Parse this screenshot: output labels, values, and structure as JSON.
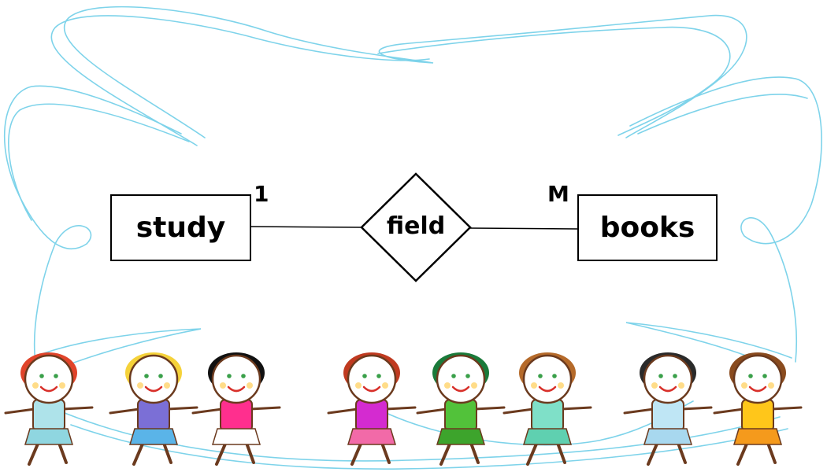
{
  "diagram": {
    "entities": [
      {
        "id": "study",
        "label": "study"
      },
      {
        "id": "books",
        "label": "books"
      }
    ],
    "relationship": {
      "label": "field"
    },
    "cardinalities": {
      "left": "1",
      "right": "M"
    }
  },
  "colors": {
    "loops": "#7ed3ea",
    "line": "#000000"
  },
  "decoration": {
    "children_icon_names": [
      "child-1-icon",
      "child-2-icon",
      "child-3-icon",
      "child-4-icon",
      "child-5-icon",
      "child-6-icon",
      "child-7-icon",
      "child-8-icon"
    ]
  }
}
